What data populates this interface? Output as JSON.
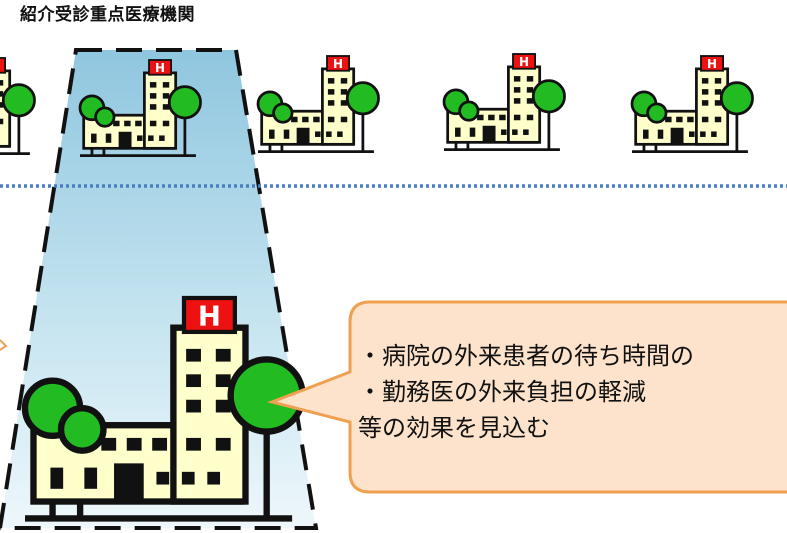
{
  "title": "紹介受診重点医療機関",
  "hospital_icon": "hospital-building-icon",
  "callout": {
    "line1": "・病院の外来患者の待ち時間の",
    "line2": "・勤務医の外来負担の軽減",
    "line3": "等の効果を見込む"
  },
  "colors": {
    "building": "#ffffcc",
    "tree": "#22bb22",
    "red_cross": "#ee1111",
    "highlight": "#b3dcec",
    "dotted_line": "#4a7ec0",
    "callout_fill": "#fde3cc",
    "callout_border": "#f0a050"
  }
}
